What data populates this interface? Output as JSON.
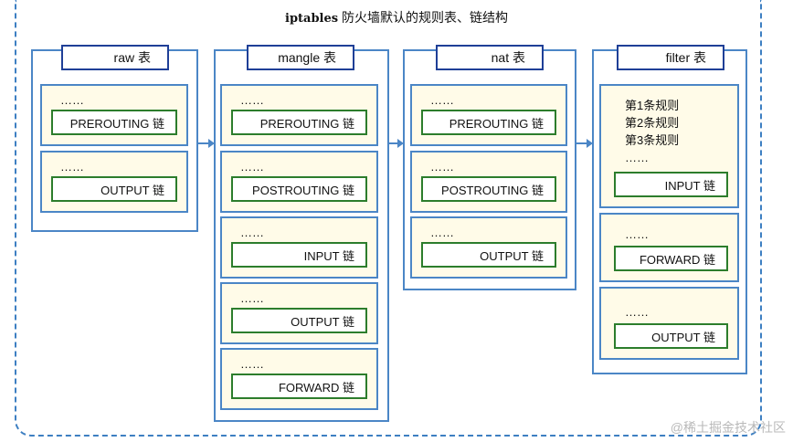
{
  "title_en": "iptables",
  "title_zh": "防火墙默认的规则表、链结构",
  "tables": [
    {
      "name": "raw 表",
      "chains": [
        {
          "rules": "……",
          "label": "PREROUTING 链"
        },
        {
          "rules": "……",
          "label": "OUTPUT 链"
        }
      ]
    },
    {
      "name": "mangle 表",
      "chains": [
        {
          "rules": "……",
          "label": "PREROUTING 链"
        },
        {
          "rules": "……",
          "label": "POSTROUTING 链"
        },
        {
          "rules": "……",
          "label": "INPUT 链"
        },
        {
          "rules": "……",
          "label": "OUTPUT 链"
        },
        {
          "rules": "……",
          "label": "FORWARD 链"
        }
      ]
    },
    {
      "name": "nat 表",
      "chains": [
        {
          "rules": "……",
          "label": "PREROUTING 链"
        },
        {
          "rules": "……",
          "label": "POSTROUTING 链"
        },
        {
          "rules": "……",
          "label": "OUTPUT 链"
        }
      ]
    },
    {
      "name": "filter 表",
      "chains": [
        {
          "rules": "第1条规则\n第2条规则\n第3条规则\n……",
          "label": "INPUT 链"
        },
        {
          "rules": "……",
          "label": "FORWARD 链"
        },
        {
          "rules": "……",
          "label": "OUTPUT 链"
        }
      ]
    }
  ],
  "watermark": "@稀土掘金技术社区"
}
